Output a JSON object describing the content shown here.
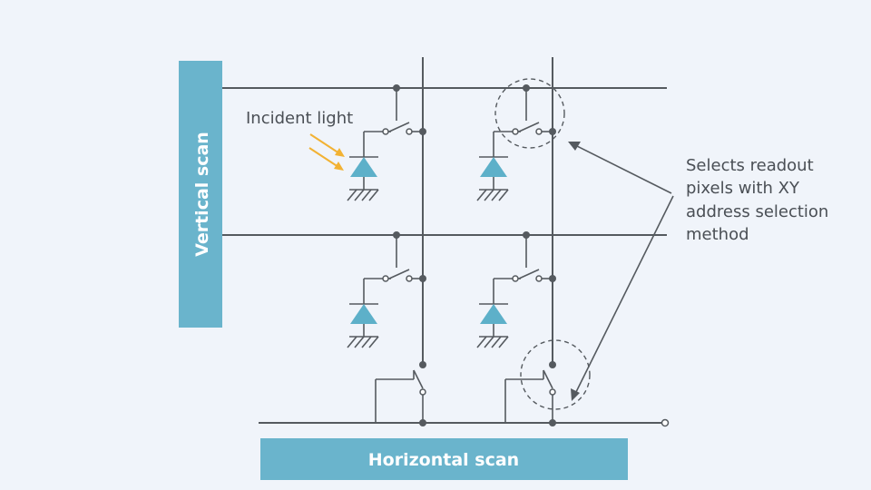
{
  "labels": {
    "vertical_scan": "Vertical scan",
    "horizontal_scan": "Horizontal scan",
    "incident_light": "Incident light",
    "annotation": [
      "Selects readout",
      "pixels with XY",
      "address selection",
      "method"
    ]
  },
  "colors": {
    "background": "#f0f4fa",
    "scan_bar": "#6ab4cc",
    "wire": "#555a5f",
    "photodiode": "#5db0c9",
    "light_rays": "#f2b233"
  }
}
